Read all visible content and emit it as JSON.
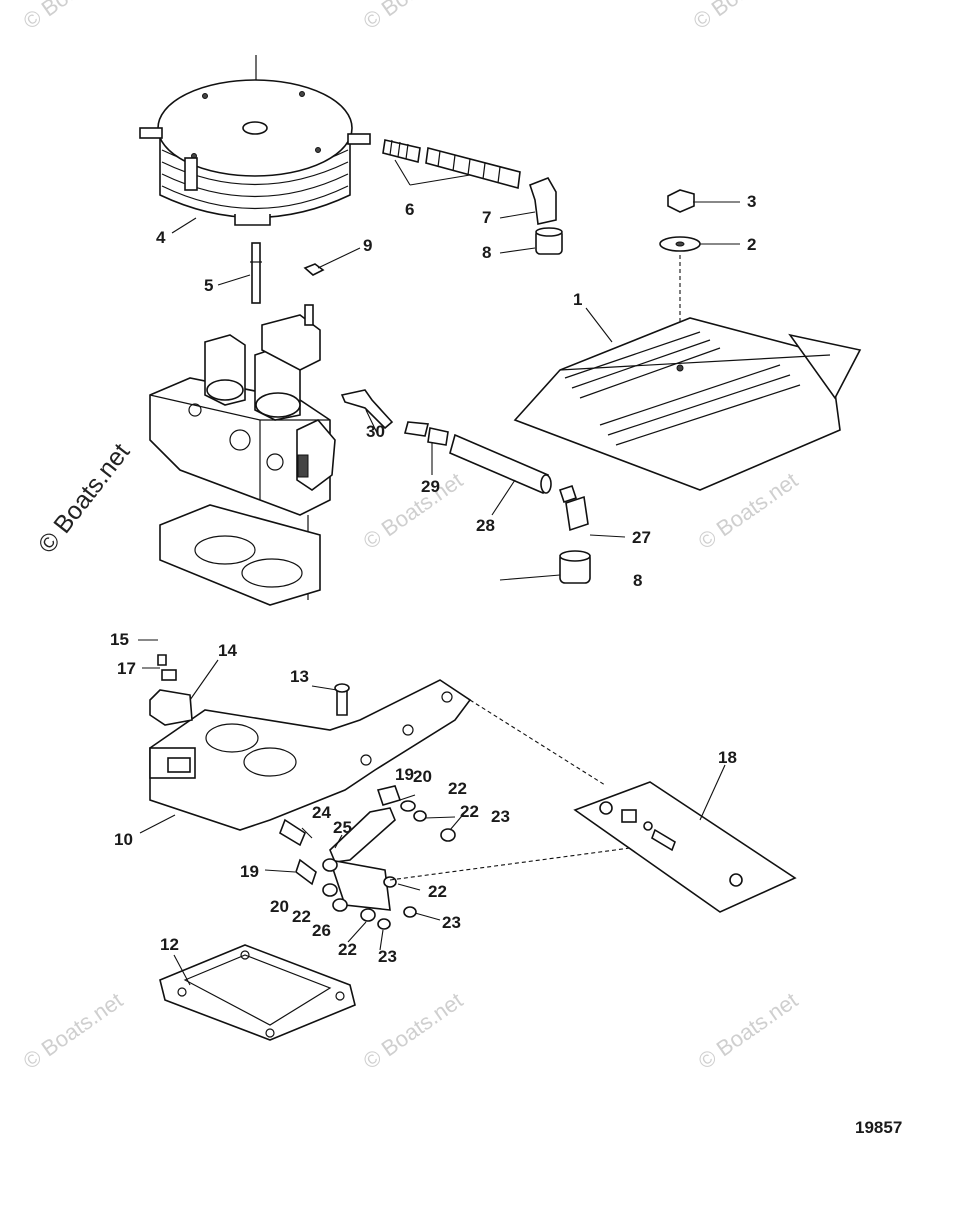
{
  "diagram": {
    "figure_number": "19857",
    "watermark_text": "© Boats.net",
    "callouts": [
      {
        "id": "c1",
        "label": "1"
      },
      {
        "id": "c2",
        "label": "2"
      },
      {
        "id": "c3",
        "label": "3"
      },
      {
        "id": "c4",
        "label": "4"
      },
      {
        "id": "c5",
        "label": "5"
      },
      {
        "id": "c6",
        "label": "6"
      },
      {
        "id": "c7",
        "label": "7"
      },
      {
        "id": "c8a",
        "label": "8"
      },
      {
        "id": "c8b",
        "label": "8"
      },
      {
        "id": "c9",
        "label": "9"
      },
      {
        "id": "c10",
        "label": "10"
      },
      {
        "id": "c12",
        "label": "12"
      },
      {
        "id": "c13",
        "label": "13"
      },
      {
        "id": "c14",
        "label": "14"
      },
      {
        "id": "c15",
        "label": "15"
      },
      {
        "id": "c17",
        "label": "17"
      },
      {
        "id": "c18",
        "label": "18"
      },
      {
        "id": "c19a",
        "label": "19"
      },
      {
        "id": "c19b",
        "label": "19"
      },
      {
        "id": "c20a",
        "label": "20"
      },
      {
        "id": "c20b",
        "label": "20"
      },
      {
        "id": "c22a",
        "label": "22"
      },
      {
        "id": "c22b",
        "label": "22"
      },
      {
        "id": "c22c",
        "label": "22"
      },
      {
        "id": "c22d",
        "label": "22"
      },
      {
        "id": "c22e",
        "label": "22"
      },
      {
        "id": "c23a",
        "label": "23"
      },
      {
        "id": "c23b",
        "label": "23"
      },
      {
        "id": "c23c",
        "label": "23"
      },
      {
        "id": "c24",
        "label": "24"
      },
      {
        "id": "c25",
        "label": "25"
      },
      {
        "id": "c26",
        "label": "26"
      },
      {
        "id": "c27",
        "label": "27"
      },
      {
        "id": "c28",
        "label": "28"
      },
      {
        "id": "c29",
        "label": "29"
      },
      {
        "id": "c30",
        "label": "30"
      }
    ]
  }
}
